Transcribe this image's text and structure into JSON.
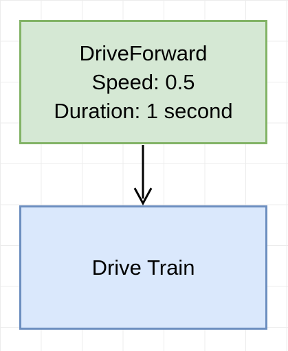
{
  "diagram": {
    "nodes": [
      {
        "id": "drive-forward",
        "lines": [
          "DriveForward",
          "Speed: 0.5",
          "Duration: 1 second"
        ],
        "fill": "#d5e8d4",
        "stroke": "#82b366"
      },
      {
        "id": "drive-train",
        "lines": [
          "Drive Train"
        ],
        "fill": "#dae8fc",
        "stroke": "#6c8ebf"
      }
    ],
    "edges": [
      {
        "from": "drive-forward",
        "to": "drive-train",
        "color": "#000000"
      }
    ]
  }
}
